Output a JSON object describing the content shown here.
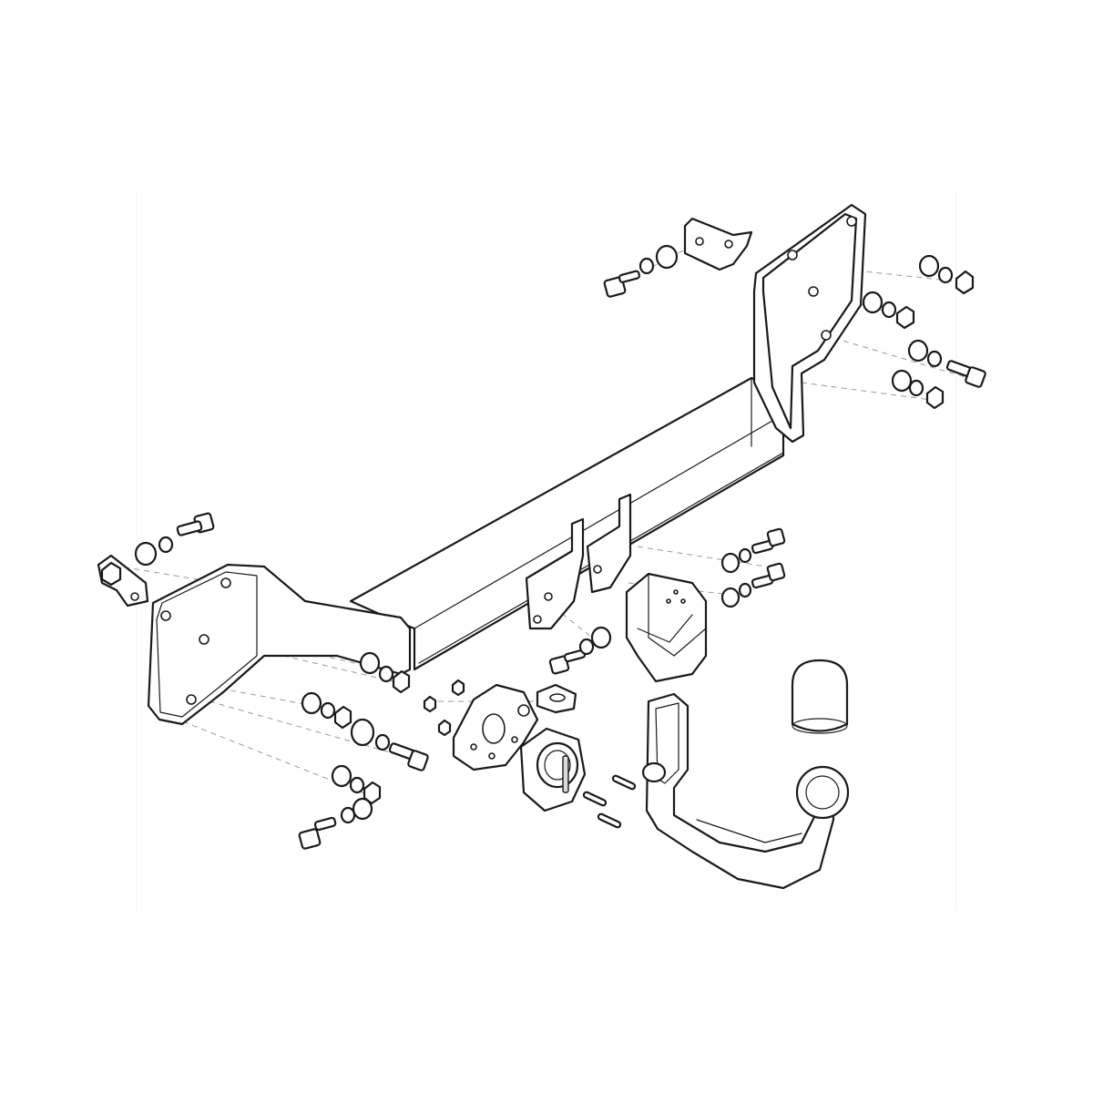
{
  "diagram": {
    "colors": {
      "line": "#1a1a1a",
      "background": "#ffffff",
      "leader": "#9a9a9a",
      "shade": "#d9d9d9"
    },
    "parts": [
      "crossbar",
      "right-mounting-plate",
      "left-mounting-plate",
      "right-bracket",
      "left-bracket",
      "receiver-housing",
      "socket-plate",
      "electrical-socket",
      "detachable-tow-ball-arm",
      "tow-ball-cap"
    ]
  }
}
